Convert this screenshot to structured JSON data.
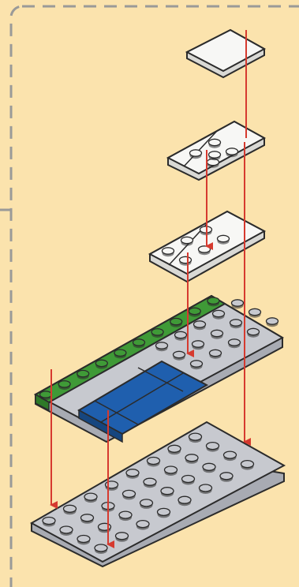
{
  "panel": {
    "background_color": "#fbe3ad",
    "border_color": "#9a9a98",
    "border_style": "dashed"
  },
  "colors": {
    "white_brick": "#f7f7f5",
    "gray_brick": "#c7c9cf",
    "green_brick": "#3f9a37",
    "blue_brick": "#1f5fae",
    "outline": "#2b2b2b",
    "arrow": "#d63a2f"
  },
  "steps": [
    {
      "name": "white-tile-top"
    },
    {
      "name": "white-plate-1x3-upper"
    },
    {
      "name": "white-plate-1x3-lower"
    },
    {
      "name": "mid-layer-green-gray-blue"
    },
    {
      "name": "base-plate-gray"
    }
  ]
}
